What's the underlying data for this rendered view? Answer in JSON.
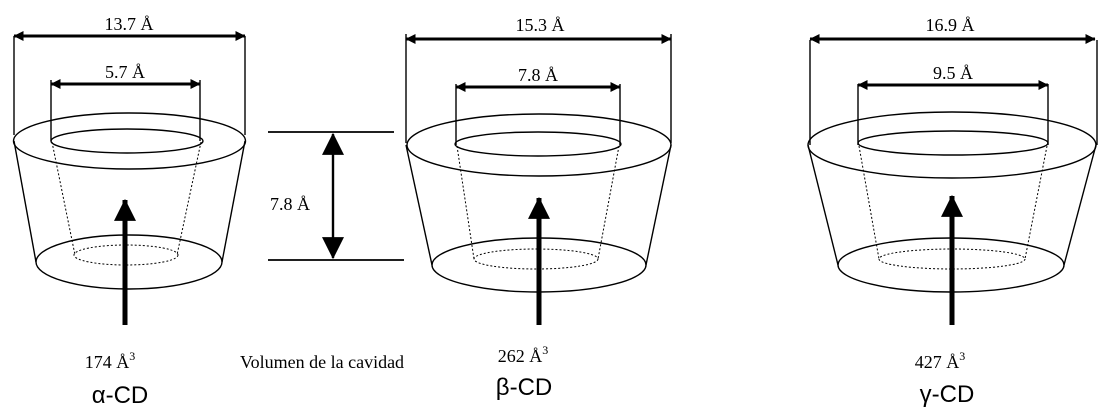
{
  "cyclodextrins": [
    {
      "name": "α-CD",
      "outer_diameter": "13.7 Å",
      "inner_diameter": "5.7 Å",
      "volume_base": "174 Å",
      "volume_exp": "3"
    },
    {
      "name": "β-CD",
      "outer_diameter": "15.3 Å",
      "inner_diameter": "7.8 Å",
      "volume_base": "262 Å",
      "volume_exp": "3"
    },
    {
      "name": "γ-CD",
      "outer_diameter": "16.9 Å",
      "inner_diameter": "9.5 Å",
      "volume_base": "427 Å",
      "volume_exp": "3"
    }
  ],
  "height": "7.8 Å",
  "volume_caption": "Volumen de la cavidad"
}
